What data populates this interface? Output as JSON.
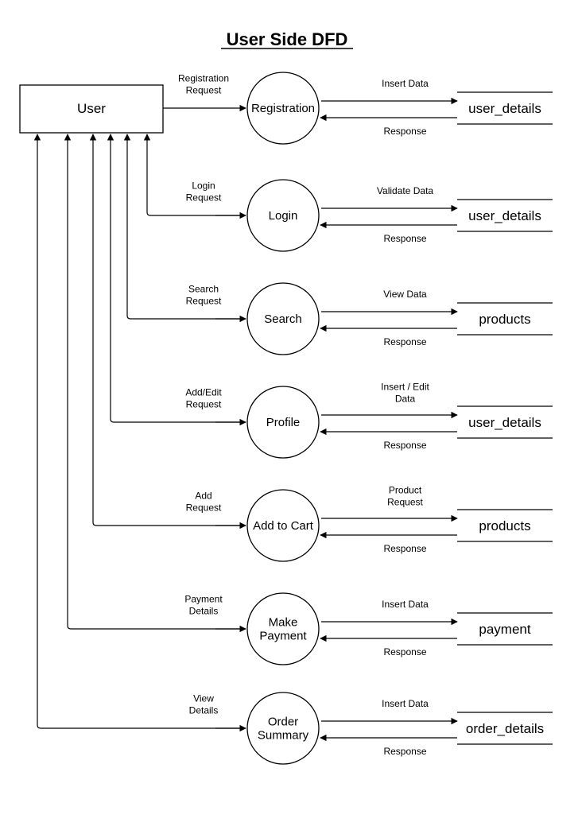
{
  "title": "User Side DFD",
  "user": {
    "label": "User"
  },
  "processes": [
    {
      "label": [
        "Registration"
      ],
      "request": [
        "Registration",
        "Request"
      ],
      "to_store": [
        "Insert Data"
      ],
      "response": "Response",
      "store": "user_details"
    },
    {
      "label": [
        "Login"
      ],
      "request": [
        "Login",
        "Request"
      ],
      "to_store": [
        "Validate Data"
      ],
      "response": "Response",
      "store": "user_details"
    },
    {
      "label": [
        "Search"
      ],
      "request": [
        "Search",
        "Request"
      ],
      "to_store": [
        "View Data"
      ],
      "response": "Response",
      "store": "products"
    },
    {
      "label": [
        "Profile"
      ],
      "request": [
        "Add/Edit",
        "Request"
      ],
      "to_store": [
        "Insert / Edit",
        "Data"
      ],
      "response": "Response",
      "store": "user_details"
    },
    {
      "label": [
        "Add to Cart"
      ],
      "request": [
        "Add",
        "Request"
      ],
      "to_store": [
        "Product",
        "Request"
      ],
      "response": "Response",
      "store": "products"
    },
    {
      "label": [
        "Make",
        "Payment"
      ],
      "request": [
        "Payment",
        "Details"
      ],
      "to_store": [
        "Insert Data"
      ],
      "response": "Response",
      "store": "payment"
    },
    {
      "label": [
        "Order",
        "Summary"
      ],
      "request": [
        "View",
        "Details"
      ],
      "to_store": [
        "Insert Data"
      ],
      "response": "Response",
      "store": "order_details"
    }
  ]
}
